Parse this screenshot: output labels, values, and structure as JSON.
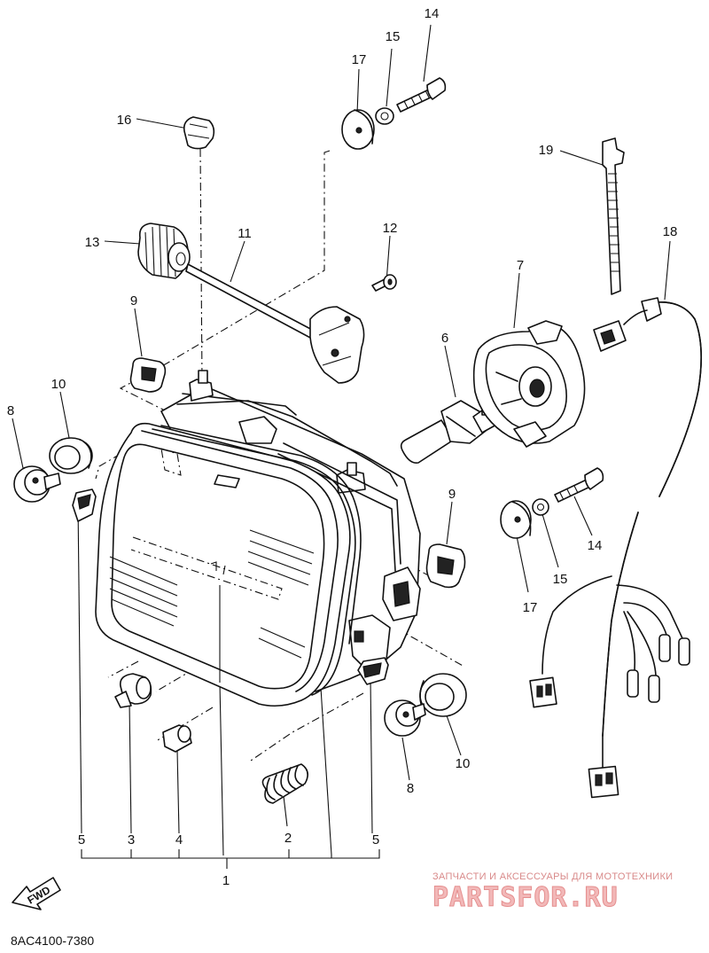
{
  "diagram_code": "8AC4100-7380",
  "fwd_label": "FWD",
  "watermark": {
    "tagline": "ЗАПЧАСТИ И АКСЕССУАРЫ ДЛЯ МОТОТЕХНИКИ",
    "brand": "PARTSFOR.RU"
  },
  "callouts": {
    "c1": "1",
    "c2": "2",
    "c3": "3",
    "c4": "4",
    "c5a": "5",
    "c5b": "5",
    "c6": "6",
    "c7": "7",
    "c8a": "8",
    "c8b": "8",
    "c9a": "9",
    "c9b": "9",
    "c10a": "10",
    "c10b": "10",
    "c11": "11",
    "c12": "12",
    "c13": "13",
    "c14a": "14",
    "c14b": "14",
    "c15a": "15",
    "c15b": "15",
    "c16": "16",
    "c17a": "17",
    "c17b": "17",
    "c18": "18",
    "c19": "19"
  }
}
